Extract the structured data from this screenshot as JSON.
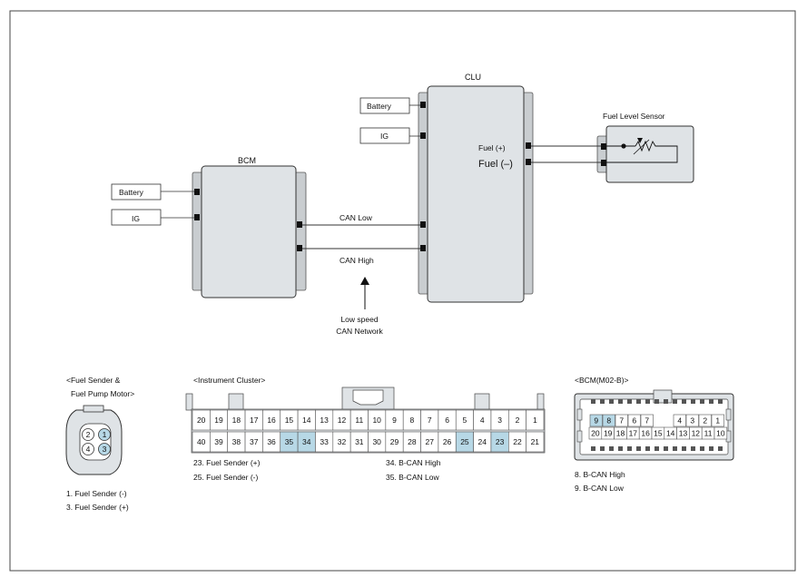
{
  "bcm": {
    "title": "BCM",
    "inputs": [
      "Battery",
      "IG"
    ]
  },
  "clu": {
    "title": "CLU",
    "inputs": [
      "Battery",
      "IG"
    ],
    "fuel_pos": "Fuel (+)",
    "fuel_neg": "Fuel (–)"
  },
  "fuel_level_sensor": {
    "title": "Fuel Level Sensor"
  },
  "bus": {
    "can_low": "CAN Low",
    "can_high": "CAN High",
    "network_note": [
      "Low speed",
      "CAN Network"
    ]
  },
  "fuel_sender_connector": {
    "title": [
      "<Fuel Sender &",
      "Fuel Pump Motor>"
    ],
    "pins": [
      "1",
      "2",
      "3",
      "4"
    ],
    "notes": [
      "1. Fuel Sender (-)",
      "3. Fuel Sender (+)"
    ]
  },
  "cluster_connector": {
    "title": "<Instrument Cluster>",
    "row_top": [
      "20",
      "19",
      "18",
      "17",
      "16",
      "15",
      "14",
      "13",
      "12",
      "11",
      "10",
      "9",
      "8",
      "7",
      "6",
      "5",
      "4",
      "3",
      "2",
      "1"
    ],
    "row_bottom": [
      "40",
      "39",
      "38",
      "37",
      "36",
      "35",
      "34",
      "33",
      "32",
      "31",
      "30",
      "29",
      "28",
      "27",
      "26",
      "25",
      "24",
      "23",
      "22",
      "21"
    ],
    "highlighted": [
      "35",
      "34",
      "25",
      "23"
    ],
    "notes_left": [
      "23.  Fuel Sender (+)",
      "25.  Fuel Sender (-)"
    ],
    "notes_right": [
      "34. B-CAN High",
      "35. B-CAN Low"
    ]
  },
  "bcm_connector": {
    "title": "<BCM(M02-B)>",
    "row_top": [
      "9",
      "8",
      "7",
      "6",
      "7",
      "4",
      "3",
      "2",
      "1"
    ],
    "row_bottom": [
      "20",
      "19",
      "18",
      "17",
      "16",
      "15",
      "14",
      "13",
      "12",
      "11",
      "10"
    ],
    "highlighted": [
      "9",
      "8"
    ],
    "notes": [
      "8. B-CAN High",
      "9. B-CAN Low"
    ]
  },
  "colors": {
    "highlight": "#b7d8e6",
    "module_fill": "#dfe3e6",
    "module_side": "#c9cdd0"
  }
}
